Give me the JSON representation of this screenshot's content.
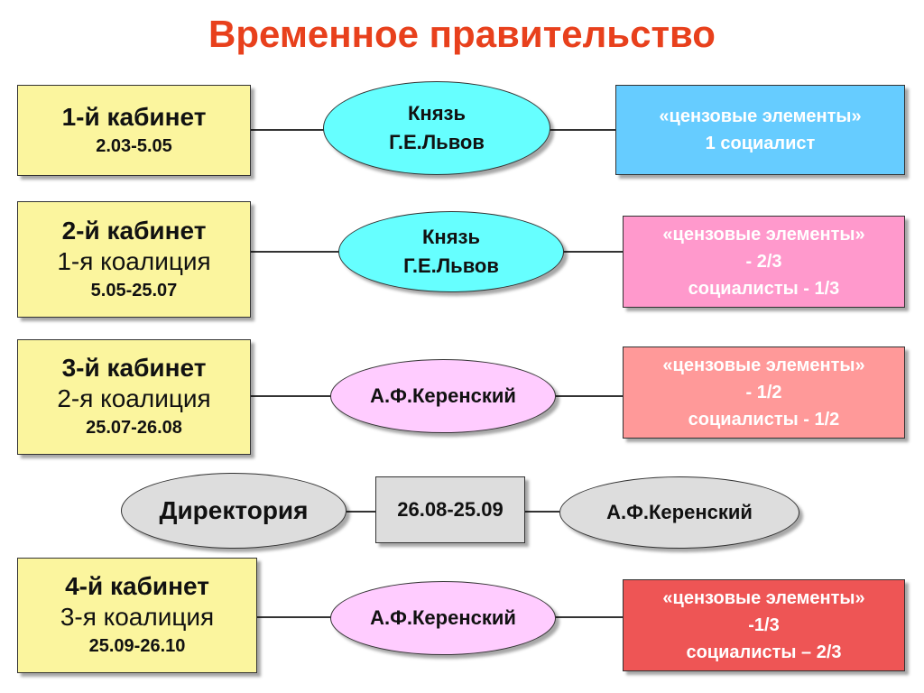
{
  "title": "Временное правительство",
  "colors": {
    "title": "#e8401c",
    "cabinet_fill": "#fbf59e",
    "ellipse_cyan": "#66ffff",
    "ellipse_pink": "#ffccff",
    "ellipse_grey": "#dddddd"
  },
  "rows": [
    {
      "name": "1-й кабинет",
      "coalition": "",
      "dates": "2.03-5.05",
      "leader": [
        "Князь",
        "Г.Е.Львов"
      ],
      "composition": [
        "«цензовые элементы»",
        "1 социалист"
      ]
    },
    {
      "name": "2-й кабинет",
      "coalition": "1-я коалиция",
      "dates": "5.05-25.07",
      "leader": [
        "Князь",
        "Г.Е.Львов"
      ],
      "composition": [
        "«цензовые элементы»",
        "- 2/3",
        "социалисты - 1/3"
      ]
    },
    {
      "name": "3-й кабинет",
      "coalition": "2-я коалиция",
      "dates": "25.07-26.08",
      "leader": [
        "А.Ф.Керенский"
      ],
      "composition": [
        "«цензовые элементы»",
        "- 1/2",
        "социалисты - 1/2"
      ]
    },
    {
      "name": "4-й кабинет",
      "coalition": "3-я коалиция",
      "dates": "25.09-26.10",
      "leader": [
        "А.Ф.Керенский"
      ],
      "composition": [
        "«цензовые элементы»",
        "-1/3",
        "социалисты – 2/3"
      ]
    }
  ],
  "directory": {
    "name": "Директория",
    "dates": "26.08-25.09",
    "leader": "А.Ф.Керенский"
  }
}
